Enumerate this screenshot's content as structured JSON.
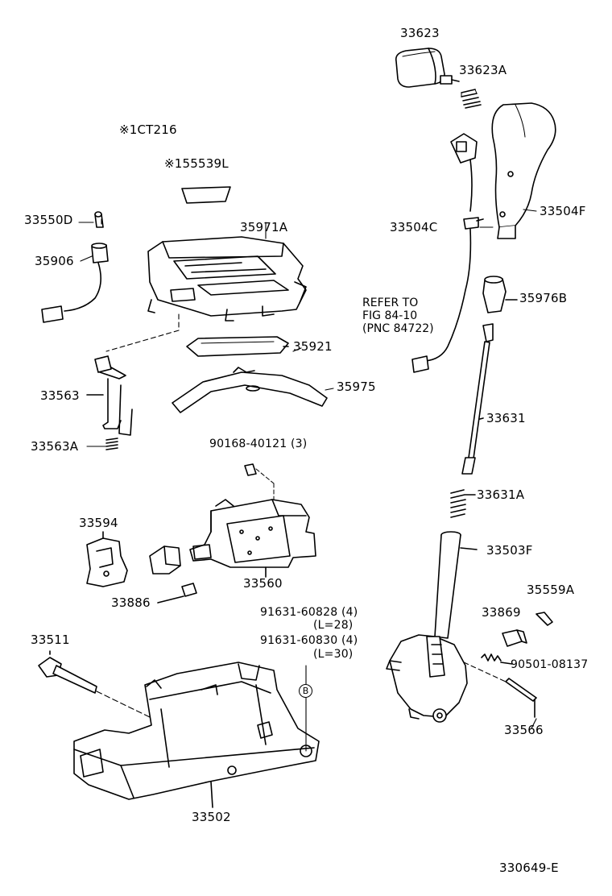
{
  "diagram_id": "330649-E",
  "notes": {
    "option_code": "※1CT216",
    "refer_line1": "REFER TO",
    "refer_line2": "FIG 84-10",
    "refer_line3": "(PNC 84722)",
    "circle_marker": "B"
  },
  "parts": {
    "p33623": "33623",
    "p33623A": "33623A",
    "p155539L": "※155539L",
    "p33550D": "33550D",
    "p35971A": "35971A",
    "p35906": "35906",
    "p33504C": "33504C",
    "p33504F": "33504F",
    "p35976B": "35976B",
    "p35921": "35921",
    "p33563": "33563",
    "p35975": "35975",
    "p33563A": "33563A",
    "p33631": "33631",
    "p90168": "90168-40121 (3)",
    "p33631A": "33631A",
    "p33594": "33594",
    "p33503F": "33503F",
    "p33560": "33560",
    "p35559A": "35559A",
    "p33886": "33886",
    "p33869": "33869",
    "p91631a": "91631-60828 (4)",
    "p91631a_len": "(L=28)",
    "p91631b": "91631-60830 (4)",
    "p91631b_len": "(L=30)",
    "p33511": "33511",
    "p90501": "90501-08137",
    "p33566": "33566",
    "p33502": "33502"
  }
}
